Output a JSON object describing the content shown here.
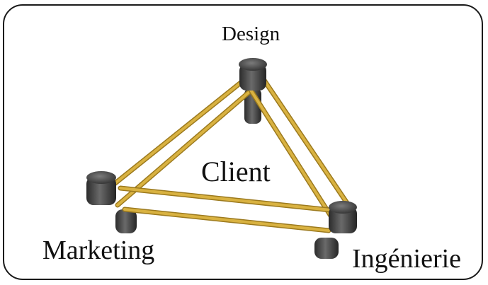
{
  "diagram": {
    "top_node": "Design",
    "center_node": "Client",
    "left_node": "Marketing",
    "right_node": "Ingénierie"
  },
  "colors": {
    "border": "#1a1a1a",
    "rods": "#d9b241",
    "rod_shadow": "#9c7a1e",
    "pegs": "#3f3f3f",
    "background": "#ffffff"
  }
}
